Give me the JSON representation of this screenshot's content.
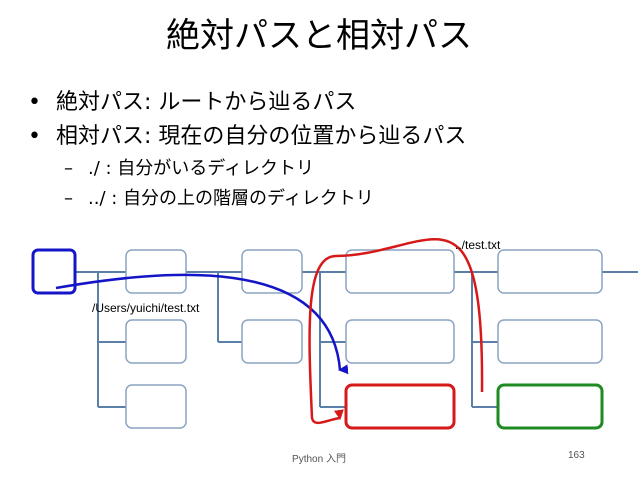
{
  "slide": {
    "title": "絶対パスと相対パス",
    "bullets": [
      {
        "marker": "•",
        "text": "絶対パス: ルートから辿るパス"
      },
      {
        "marker": "•",
        "text": "相対パス: 現在の自分の位置から辿るパス"
      }
    ],
    "sub_bullets": [
      {
        "marker": "–",
        "text": "./ : 自分がいるディレクトリ"
      },
      {
        "marker": "–",
        "text": "../ : 自分の上の階層のディレクトリ"
      }
    ]
  },
  "diagram": {
    "relative_path_label": "../test.txt",
    "absolute_path_label": "/Users/yuichi/test.txt",
    "colors": {
      "tree_line": "#5a7fa8",
      "node_border": "#8aa4c2",
      "current_node": "#1515c8",
      "absolute_arrow": "#1515c8",
      "relative_arrow": "#d61a1a",
      "target_node": "#d61a1a",
      "parent_target_node": "#1e8a22"
    }
  },
  "footer": {
    "center": "Python 入門",
    "page_number": "163"
  }
}
